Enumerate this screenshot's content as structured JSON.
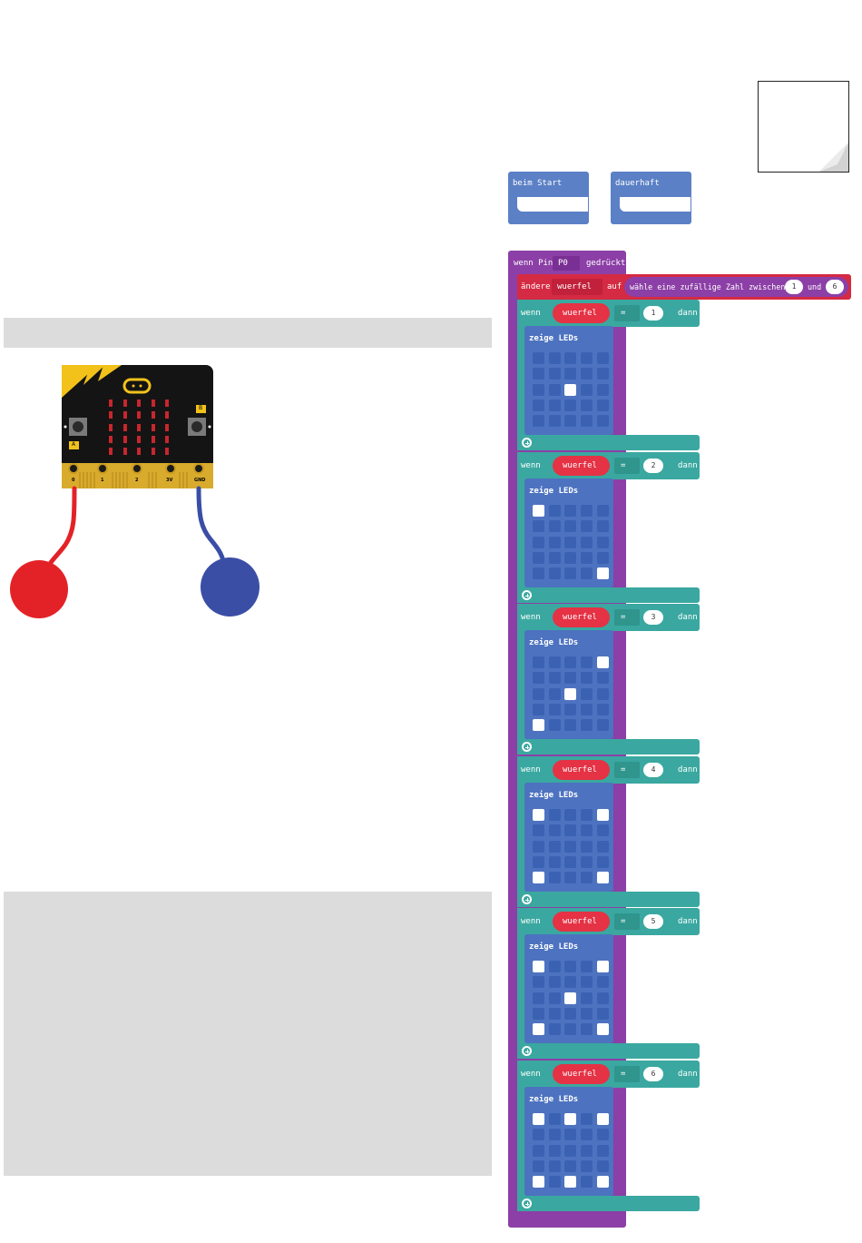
{
  "events": {
    "on_start": "beim Start",
    "forever": "dauerhaft"
  },
  "pin_event": {
    "prefix": "wenn Pin",
    "pin": "P0",
    "suffix": "gedrückt"
  },
  "set_block": {
    "verb": "ändere",
    "variable": "wuerfel",
    "to": "auf",
    "random_text": "wähle eine zufällige Zahl zwischen",
    "min": "1",
    "and": "und",
    "max": "6"
  },
  "if_blocks": [
    {
      "if": "wenn",
      "variable": "wuerfel",
      "op": "=",
      "value": "1",
      "then": "dann",
      "show": "zeige LEDs",
      "leds": [
        [
          0,
          0,
          0,
          0,
          0
        ],
        [
          0,
          0,
          0,
          0,
          0
        ],
        [
          0,
          0,
          1,
          0,
          0
        ],
        [
          0,
          0,
          0,
          0,
          0
        ],
        [
          0,
          0,
          0,
          0,
          0
        ]
      ]
    },
    {
      "if": "wenn",
      "variable": "wuerfel",
      "op": "=",
      "value": "2",
      "then": "dann",
      "show": "zeige LEDs",
      "leds": [
        [
          1,
          0,
          0,
          0,
          0
        ],
        [
          0,
          0,
          0,
          0,
          0
        ],
        [
          0,
          0,
          0,
          0,
          0
        ],
        [
          0,
          0,
          0,
          0,
          0
        ],
        [
          0,
          0,
          0,
          0,
          1
        ]
      ]
    },
    {
      "if": "wenn",
      "variable": "wuerfel",
      "op": "=",
      "value": "3",
      "then": "dann",
      "show": "zeige LEDs",
      "leds": [
        [
          0,
          0,
          0,
          0,
          1
        ],
        [
          0,
          0,
          0,
          0,
          0
        ],
        [
          0,
          0,
          1,
          0,
          0
        ],
        [
          0,
          0,
          0,
          0,
          0
        ],
        [
          1,
          0,
          0,
          0,
          0
        ]
      ]
    },
    {
      "if": "wenn",
      "variable": "wuerfel",
      "op": "=",
      "value": "4",
      "then": "dann",
      "show": "zeige LEDs",
      "leds": [
        [
          1,
          0,
          0,
          0,
          1
        ],
        [
          0,
          0,
          0,
          0,
          0
        ],
        [
          0,
          0,
          0,
          0,
          0
        ],
        [
          0,
          0,
          0,
          0,
          0
        ],
        [
          1,
          0,
          0,
          0,
          1
        ]
      ]
    },
    {
      "if": "wenn",
      "variable": "wuerfel",
      "op": "=",
      "value": "5",
      "then": "dann",
      "show": "zeige LEDs",
      "leds": [
        [
          1,
          0,
          0,
          0,
          1
        ],
        [
          0,
          0,
          0,
          0,
          0
        ],
        [
          0,
          0,
          1,
          0,
          0
        ],
        [
          0,
          0,
          0,
          0,
          0
        ],
        [
          1,
          0,
          0,
          0,
          1
        ]
      ]
    },
    {
      "if": "wenn",
      "variable": "wuerfel",
      "op": "=",
      "value": "6",
      "then": "dann",
      "show": "zeige LEDs",
      "leds": [
        [
          1,
          0,
          1,
          0,
          1
        ],
        [
          0,
          0,
          0,
          0,
          0
        ],
        [
          0,
          0,
          0,
          0,
          0
        ],
        [
          0,
          0,
          0,
          0,
          0
        ],
        [
          1,
          0,
          1,
          0,
          1
        ]
      ]
    }
  ],
  "microbit": {
    "button_a": "A",
    "button_b": "B",
    "pins": [
      "0",
      "1",
      "2",
      "3V",
      "GND"
    ]
  },
  "colors": {
    "event_blue": "#5b80c6",
    "pin_purple": "#8c3fa6",
    "variable_red": "#e53244",
    "logic_teal": "#3aa8a0",
    "wire_red": "#e32227",
    "wire_blue": "#3a4ea6"
  }
}
